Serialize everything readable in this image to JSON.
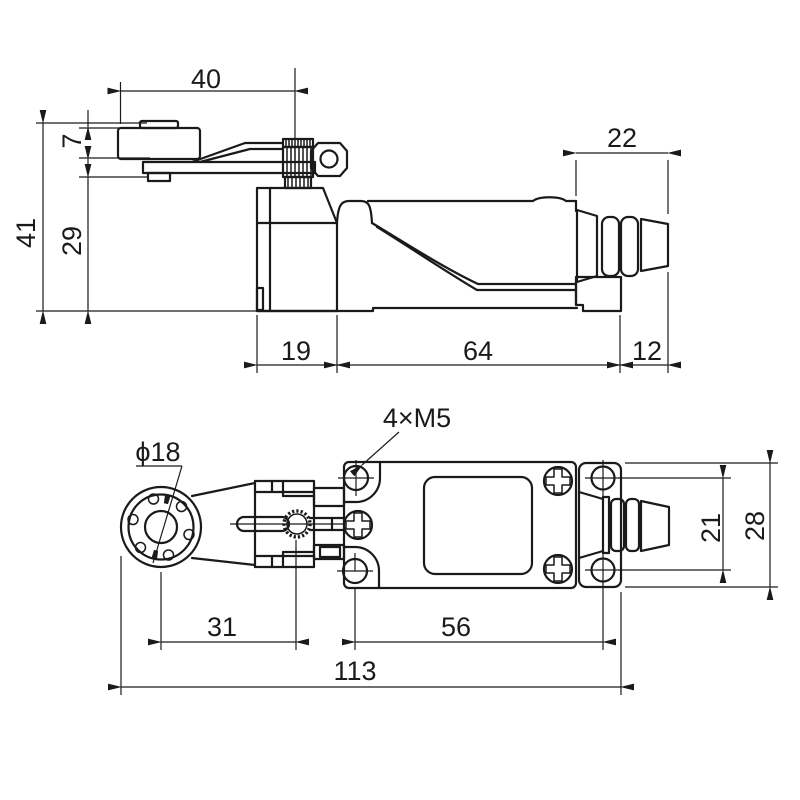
{
  "side_view": {
    "dim_lever_length": "40",
    "dim_roller_thickness": "7",
    "dim_overall_height": "41",
    "dim_body_height": "29",
    "dim_connector_length": "22",
    "dim_head_width": "19",
    "dim_body_length": "64",
    "dim_gland_length": "12"
  },
  "top_view": {
    "label_mounting_holes": "4×M5",
    "label_roller_diameter": "ϕ18",
    "dim_hole_pitch_vertical": "21",
    "dim_body_width": "28",
    "dim_roller_to_shaft": "31",
    "dim_hole_pitch_horizontal": "56",
    "dim_overall_length": "113"
  },
  "style": {
    "line_color": "#1a1a1a",
    "background": "#ffffff"
  }
}
